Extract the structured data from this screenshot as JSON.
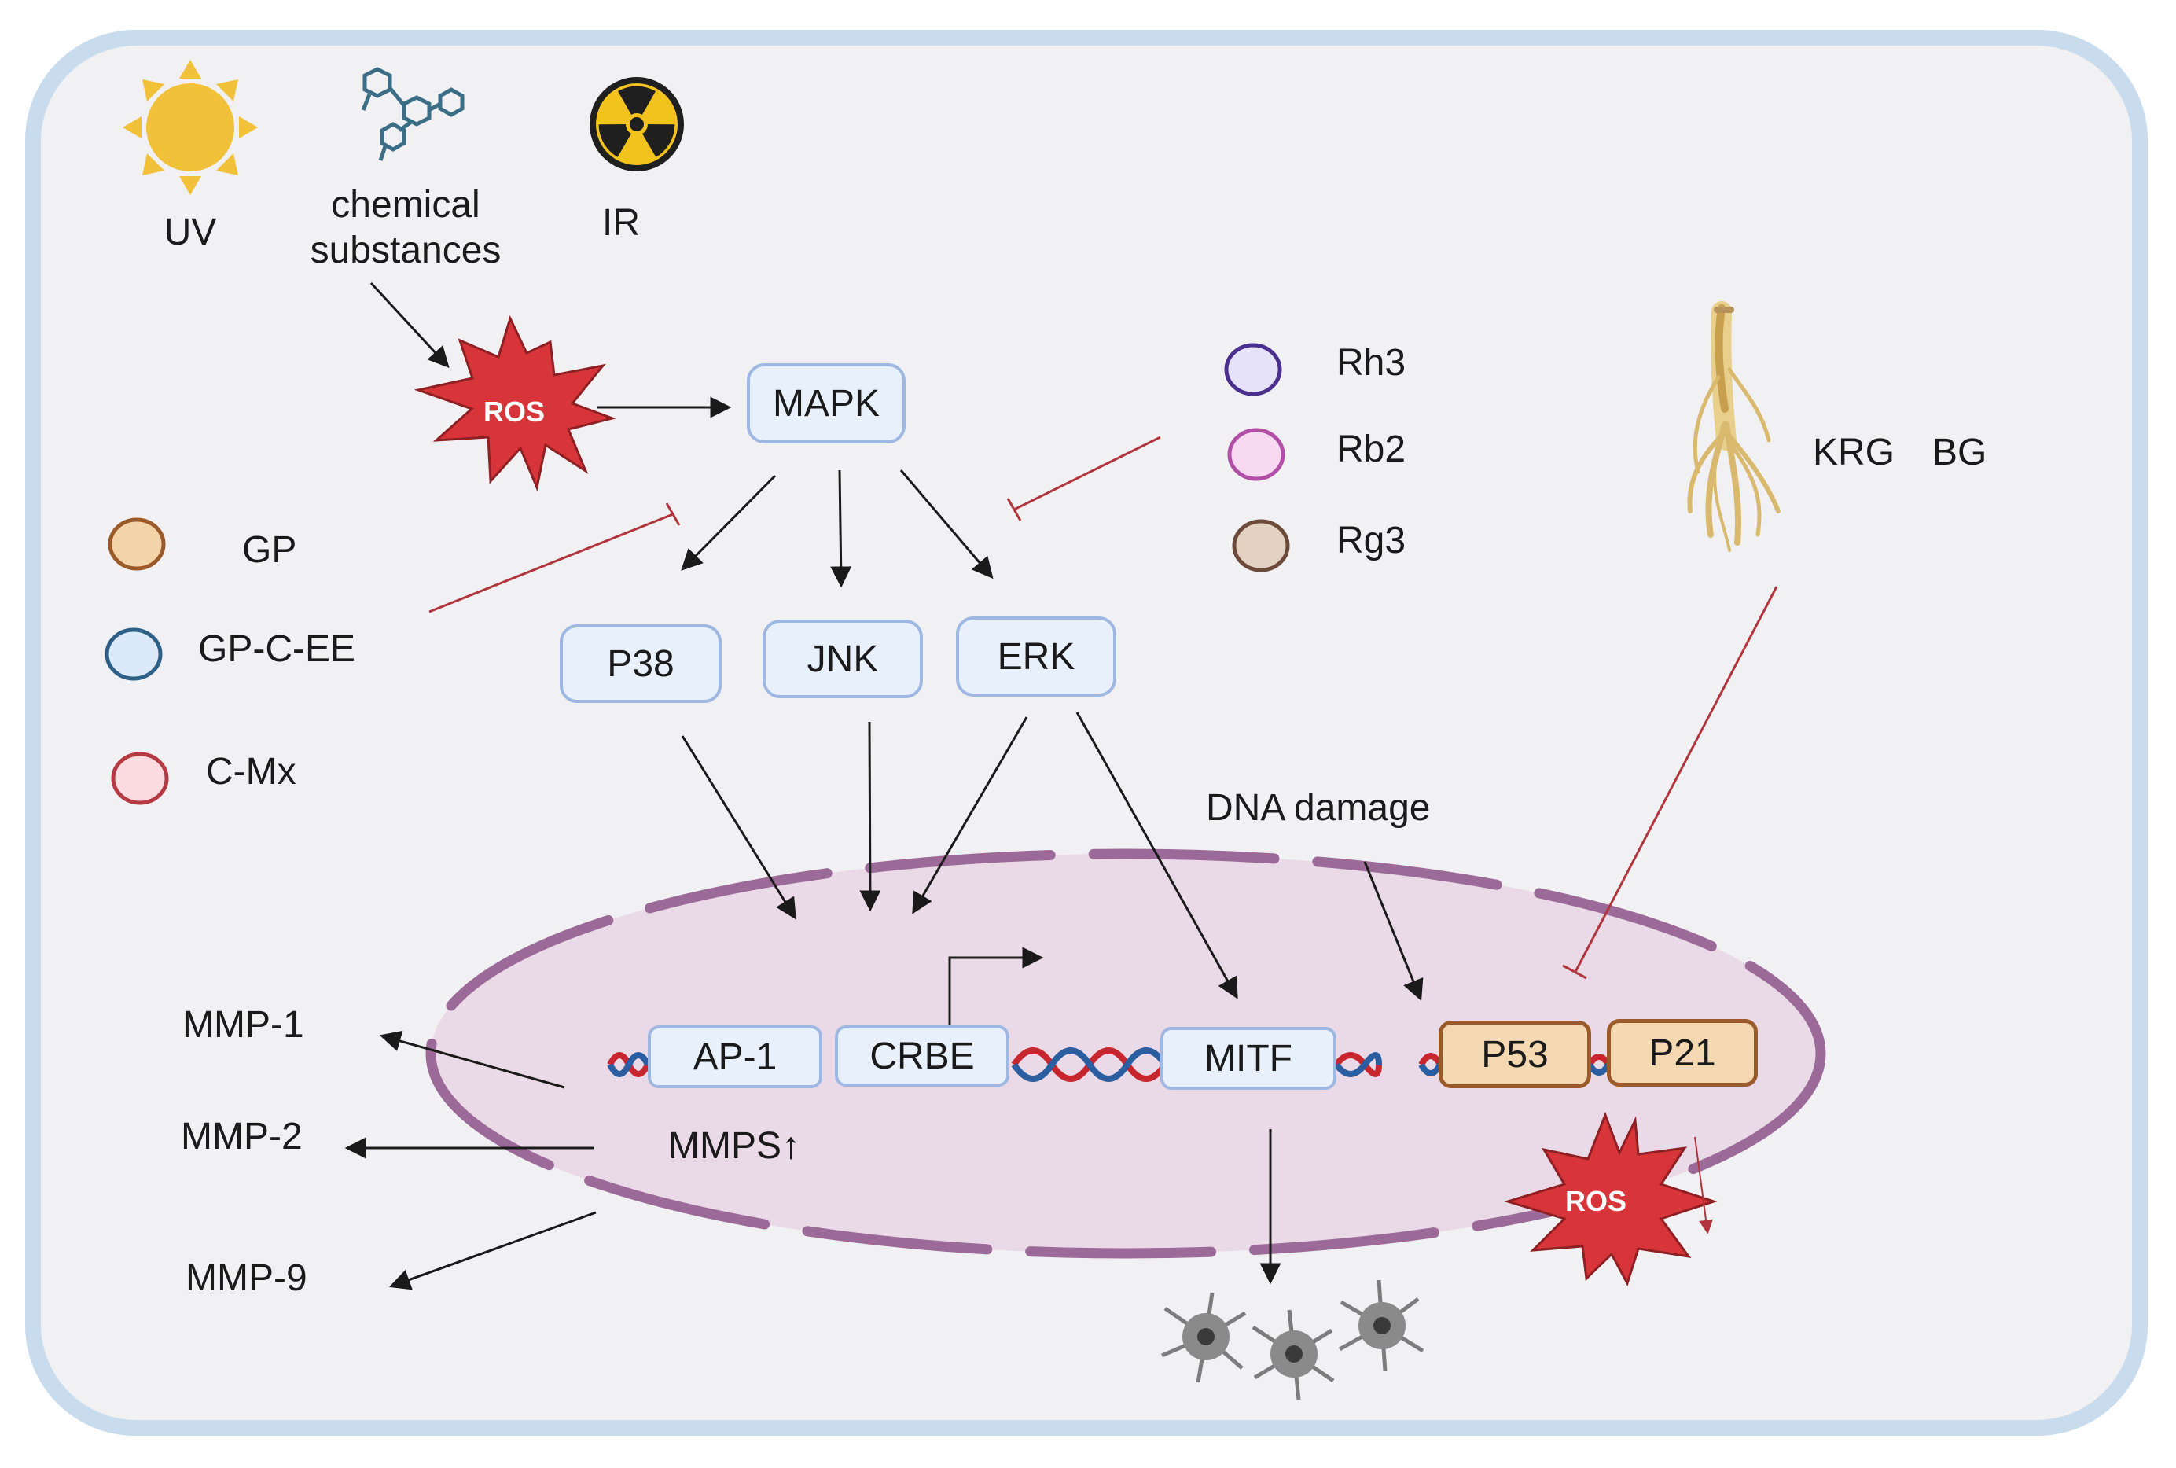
{
  "stressors": {
    "uv": "UV",
    "chemical": "chemical\nsubstances",
    "ir": "IR"
  },
  "ros": {
    "top": "ROS",
    "bottom": "ROS"
  },
  "kinases": {
    "mapk": "MAPK",
    "p38": "P38",
    "jnk": "JNK",
    "erk": "ERK"
  },
  "left_legend": [
    {
      "label": "GP",
      "color": "#f3d3a8",
      "stroke": "#9a5a2a"
    },
    {
      "label": "GP-C-EE",
      "color": "#dce9f8",
      "stroke": "#2e5f86"
    },
    {
      "label": "C-Mx",
      "color": "#fbdbe0",
      "stroke": "#b53a44"
    }
  ],
  "right_legend": [
    {
      "label": "Rh3",
      "color": "#e6e2f7",
      "stroke": "#4b2f8f"
    },
    {
      "label": "Rb2",
      "color": "#f7daf2",
      "stroke": "#b14fa6"
    },
    {
      "label": "Rg3",
      "color": "#e3d2c2",
      "stroke": "#6c4a3a"
    }
  ],
  "ginseng": {
    "krg": "KRG",
    "bg": "BG"
  },
  "dna_damage": "DNA damage",
  "genes": {
    "ap1": "AP-1",
    "crbe": "CRBE",
    "mitf": "MITF",
    "p53": "P53",
    "p21": "P21"
  },
  "mmps": {
    "label": "MMPS↑",
    "mmp1": "MMP-1",
    "mmp2": "MMP-2",
    "mmp9": "MMP-9"
  },
  "colors": {
    "frame_outer": "#c9dcee",
    "frame_inner": "#f1f1f3",
    "nucleus_fill": "#ead9e6",
    "nucleus_membrane": "#9b6a98",
    "inhibit_line": "#b0353d",
    "arrow": "#1a1a1a",
    "ros": "#d8353a",
    "dna_red": "#c8262e",
    "dna_blue": "#2a5ea0"
  }
}
